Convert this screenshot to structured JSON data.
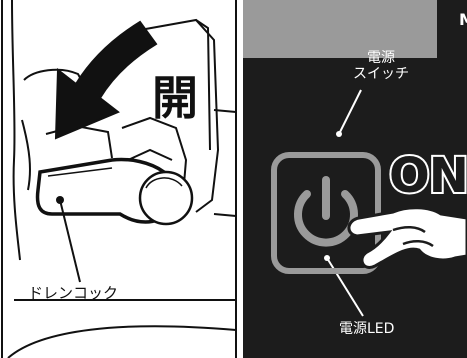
{
  "labels": {
    "open": "開",
    "drain_cock": "ドレンコック",
    "power_switch_line1": "電源",
    "power_switch_line2": "スイッチ",
    "on": "ON",
    "power_led": "電源LED",
    "top_corner": "M"
  },
  "colors": {
    "panel_dark": "#1c1c1c",
    "panel_gray": "#9a9a9a",
    "line_art": "#111111",
    "arrow": "#111111"
  },
  "icons": [
    "down-left-arrow-icon",
    "power-icon",
    "pointing-hand-icon"
  ]
}
